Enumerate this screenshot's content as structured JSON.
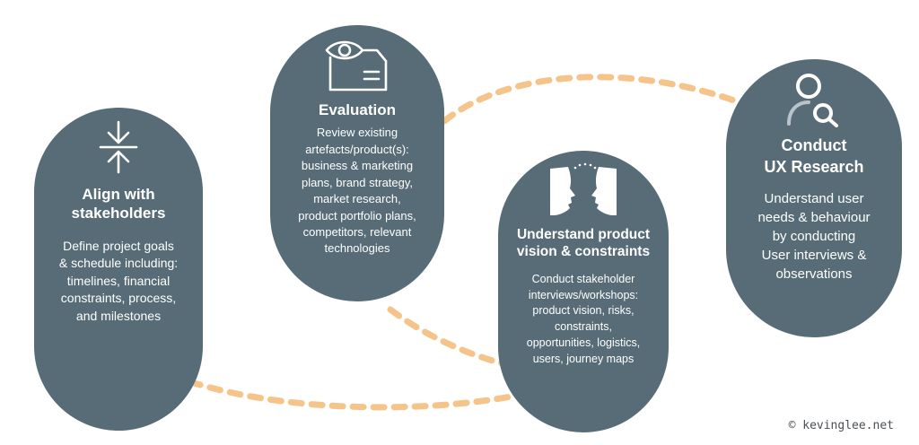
{
  "colors": {
    "card_bg": "#576c77",
    "card_text": "#ffffff",
    "connector": "#f5c48a"
  },
  "cards": {
    "align": {
      "icon": "arrows-converge-icon",
      "title_lines": [
        "Align with",
        "stakeholders"
      ],
      "body_lines": [
        "Define project goals",
        "& schedule including:",
        "timelines, financial",
        "constraints, process,",
        "and milestones"
      ]
    },
    "evaluation": {
      "icon": "eye-document-icon",
      "title_lines": [
        "Evaluation"
      ],
      "body_lines": [
        "Review existing",
        "artefacts/product(s):",
        "business & marketing",
        "plans, brand strategy,",
        "market research,",
        "product portfolio plans,",
        "competitors, relevant",
        "technologies"
      ]
    },
    "vision": {
      "icon": "faces-dialogue-icon",
      "title_lines": [
        "Understand product",
        "vision & constraints"
      ],
      "body_lines": [
        "Conduct stakeholder",
        "interviews/workshops:",
        "product vision, risks,",
        "constraints,",
        "opportunities, logistics,",
        "users, journey maps"
      ]
    },
    "research": {
      "icon": "user-search-icon",
      "title_lines": [
        "Conduct",
        "UX Research"
      ],
      "body_lines": [
        "Understand user",
        "needs & behaviour",
        "by conducting",
        "User interviews &",
        "observations"
      ]
    }
  },
  "copyright": "© kevinglee.net"
}
